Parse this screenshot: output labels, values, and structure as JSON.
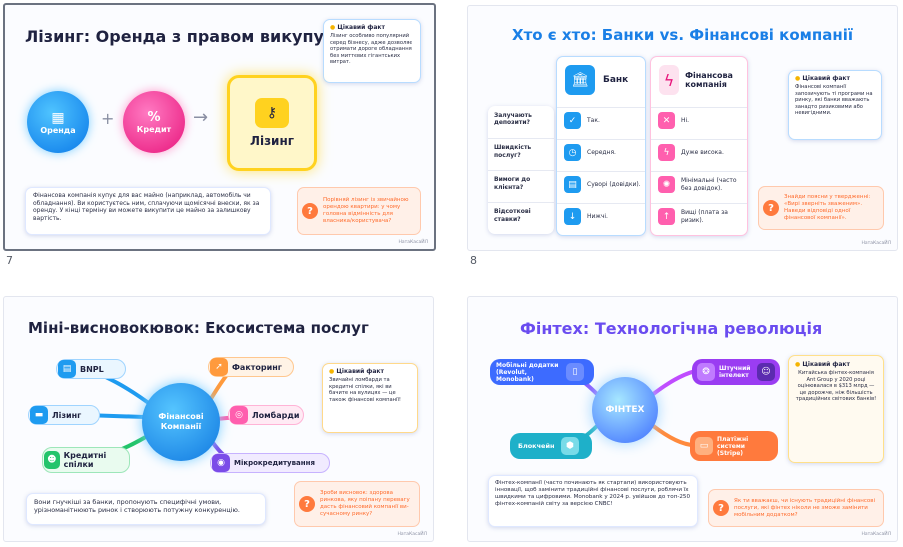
{
  "slide_numbers": [
    "7",
    "8"
  ],
  "slide7": {
    "title": "Лізинг: Оренда з правом викупу",
    "fact_title": "Цікавий факт",
    "fact_text": "Лізинг особливо популярний серед бізнесу, адже дозволяє отримати дороге обладнання без миттєвих гігантських витрат.",
    "node_rent": "Оренда",
    "node_credit": "Кредит",
    "plus": "+",
    "arrow": "→",
    "node_leasing": "Лізинг",
    "desc": "Фінансова компанія купує для вас майно (наприклад, автомобіль чи обладнання). Ви користуєтесь ним, сплачуючи щомісячні внески, як за оренду. У кінці терміну ви можете викупити це майно за залишкову вартість.",
    "question": "Порівняй лізинг із звичайною орендою квартири: у чому головна відмінність для власника/користувача?",
    "logo": "НатаКасаЙЛ"
  },
  "slide8": {
    "title": "Хто є хто: Банки vs. Фінансові компанії",
    "col_bank": "Банк",
    "col_fin": "Фінансова компанія",
    "rows": [
      {
        "q": "Залучають депозити?",
        "bank": "Так.",
        "fin": "Ні."
      },
      {
        "q": "Швидкість послуг?",
        "bank": "Середня.",
        "fin": "Дуже висока."
      },
      {
        "q": "Вимоги до клієнта?",
        "bank": "Суворі (довідки).",
        "fin": "Мінімальні (часто без довідок)."
      },
      {
        "q": "Відсоткові ставки?",
        "bank": "Нижчі.",
        "fin": "Вищі (плата за ризик)."
      }
    ],
    "fact_title": "Цікавий факт",
    "fact_text": "Фінансові компанії запозичують ті програми на ринку, які банки вважають занадто ризиковими або невигідними.",
    "question": "Знайди поясни у твердженні: «Вирі зверніть зваженим». Наведи відповіді одної фінансової компанії».",
    "logo": "НатаКасаЙЛ"
  },
  "slide9": {
    "title": "Міні-висновокювок: Екосистема послуг",
    "center": "Фінансові Компанії",
    "items": [
      "BNPL",
      "Лізинг",
      "Кредитні спілки",
      "Факторинг",
      "Ломбарди",
      "Мікрокредитування"
    ],
    "fact_title": "Цікавий факт",
    "fact_text": "Звичайні ломбарди та кредитні спілки, які ви бачите на вулицях — це також фінансові компанії!",
    "desc": "Вони гнучкіші за банки, пропонують специфічні умови, урізноманітнюють ринок і створюють потужну конкуренцію.",
    "question": "Зроби висновок: здорова ринкова, яку поіпану перевагу дасть фінансовий компанії ви-сучасному ринку?",
    "logo": "НатаКасаЙЛ"
  },
  "slide10": {
    "title": "Фінтех: Технологічна революція",
    "center": "ФІНТЕХ",
    "items": [
      "Мобільні додатки (Revolut, Monobank)",
      "Штучний інтелект",
      "Блокчейн",
      "Платіжні системи (Stripe)"
    ],
    "fact_title": "Цікавий факт",
    "fact_text": "Китайська фінтех-компанія Ant Group у 2020 році оцінювалася в $313 млрд — це дорожче, ніж більшість традиційних світових банків!",
    "desc": "Фінтех-компанії (часто починають як стартапи) використовують інновації, щоб замінити традиційні фінансові послуги, роблячи їх швидкими та цифровими. Monobank у 2024 р. увійшов до топ-250 фінтех-компаній світу за версією CNBC!",
    "question": "Як ти вважаєш, чи існують традиційні фінансові послуги, які фінтех ніколи не зможе замінити мобільним додатком?",
    "logo": "НатаКасаЙЛ"
  },
  "colors": {
    "blue": "#1e9bf0",
    "pink": "#ff3d9a",
    "yellow": "#ffd21f",
    "orange": "#ff7a3d",
    "purple": "#7b4ce8",
    "green": "#23c46b"
  }
}
